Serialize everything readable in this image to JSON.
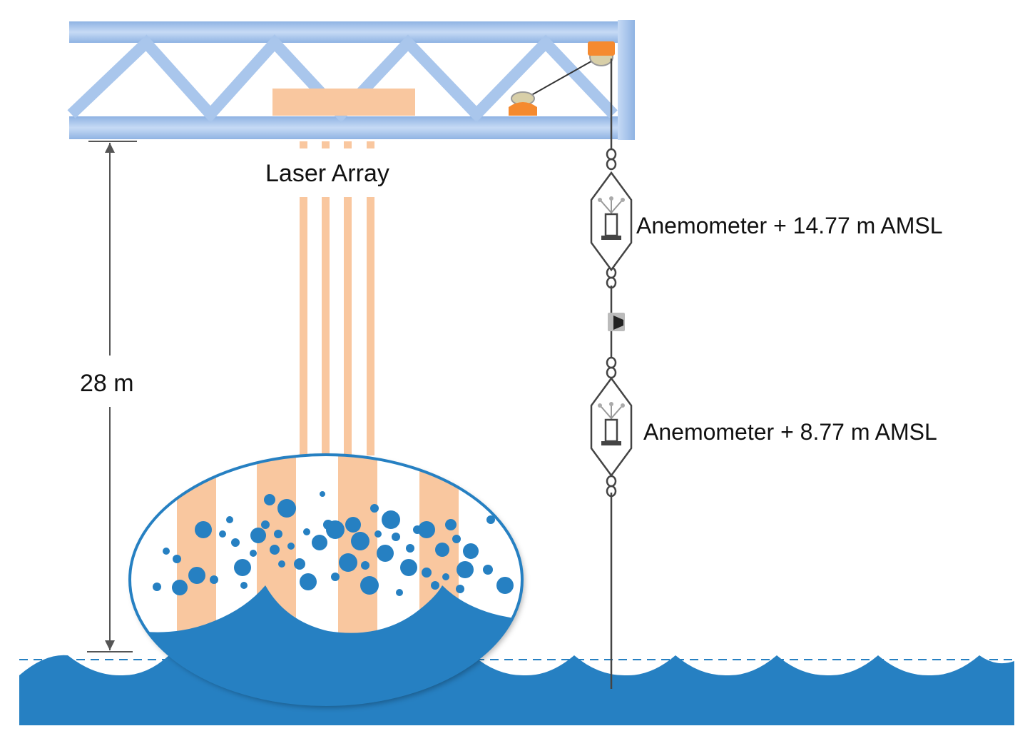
{
  "labels": {
    "laser_array": "Laser Array",
    "height": "28 m",
    "anemometer_upper": "Anemometer + 14.77 m AMSL",
    "anemometer_lower": "Anemometer + 8.77 m AMSL"
  },
  "colors": {
    "truss": "#a9c6ec",
    "truss_dark": "#8fb3e3",
    "laser": "#f9c79f",
    "water": "#2680c2",
    "orange": "#f58a2f",
    "line": "#444444"
  }
}
